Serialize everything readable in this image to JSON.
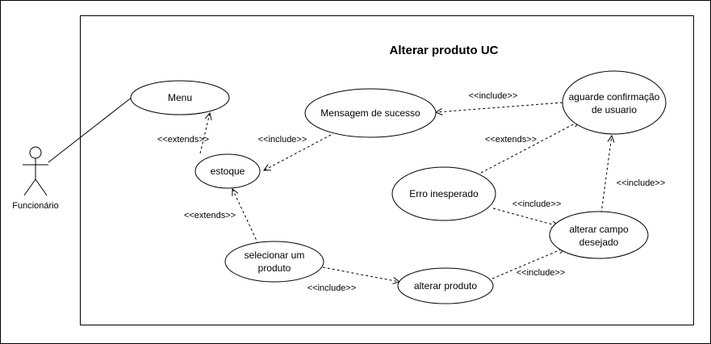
{
  "diagram": {
    "title": "Alterar produto UC",
    "actor": {
      "label": "Funcionário"
    },
    "use_cases": {
      "menu": "Menu",
      "estoque": "estoque",
      "mensagem": "Mensagem de sucesso",
      "aguarde_line1": "aguarde confirmação",
      "aguarde_line2": "de usuario",
      "erro": "Erro inesperado",
      "selecionar_line1": "selecionar um",
      "selecionar_line2": "produto",
      "alterar_produto": "alterar produto",
      "alterar_campo_line1": "alterar campo",
      "alterar_campo_line2": "desejado"
    },
    "relations": {
      "extends_estoque_menu": "<<extends>>",
      "include_mensagem_estoque": "<<include>>",
      "include_aguarde_mensagem": "<<include>>",
      "extends_erro_aguarde": "<<extends>>",
      "extends_selecionar_estoque": "<<extends>>",
      "include_erro_campo": "<<include>>",
      "include_campo_aguarde": "<<include>>",
      "include_selecionar_alterar": "<<include>>",
      "include_alterar_campo": "<<include>>"
    }
  }
}
